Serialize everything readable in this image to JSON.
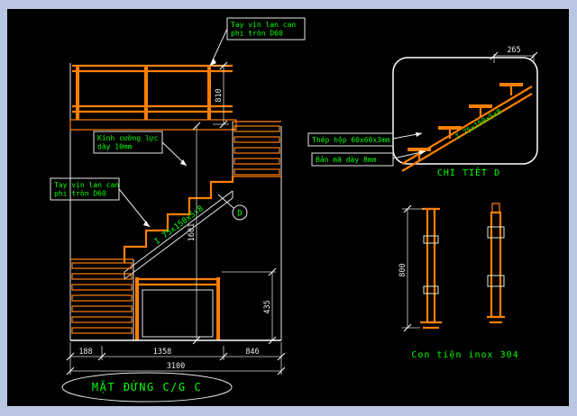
{
  "colors": {
    "page_background": "#b9c6e2",
    "canvas_background": "#000000",
    "drawing_orange": "#ff7f00",
    "annotation_green": "#00ff00",
    "dimension_white": "#ffffff"
  },
  "main_view": {
    "title": "MẶT ĐỨNG C/G C",
    "ann_handrail_top": {
      "line1": "Tay vịn lan can",
      "line2": "phi tròn D60"
    },
    "ann_glass": {
      "line1": "Kính cường lực",
      "line2": "dày 10mm"
    },
    "ann_handrail_left": {
      "line1": "Tay vịn lan can",
      "line2": "phi tròn D60"
    },
    "beam_label": "I 75x150x5x8",
    "detail_callout": "D",
    "dims": {
      "rail_height": "810",
      "flight_height": "1601",
      "lower_height": "435",
      "seg1": "188",
      "seg2": "1358",
      "seg3": "846",
      "total": "3100"
    }
  },
  "detail_view": {
    "title": "CHI TIẾT D",
    "top_dim": "265",
    "ann_box_steel": "Thép hộp 60x60x3mm",
    "ann_plate": "Bản mã dày 8mm",
    "beam_label": "I 75x150x5x8"
  },
  "baluster_view": {
    "label": "Con tiện inox 304",
    "height_dim": "800"
  }
}
